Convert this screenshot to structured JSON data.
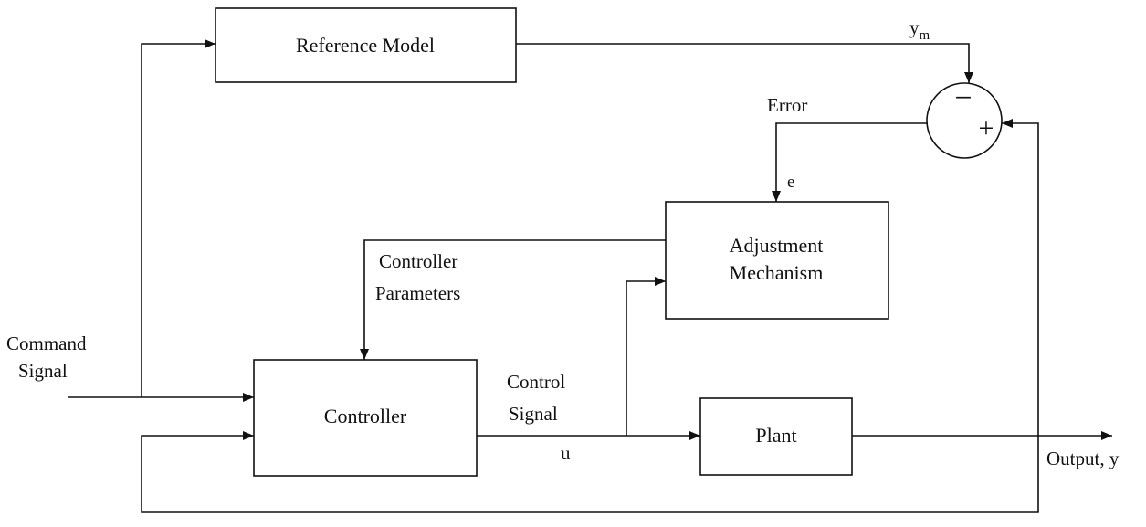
{
  "blocks": {
    "reference_model": "Reference Model",
    "adjustment_line1": "Adjustment",
    "adjustment_line2": "Mechanism",
    "controller": "Controller",
    "plant": "Plant"
  },
  "labels": {
    "command_line1": "Command",
    "command_line2": "Signal",
    "ym_main": "y",
    "ym_sub": "m",
    "error": "Error",
    "e": "e",
    "controller_params_line1": "Controller",
    "controller_params_line2": "Parameters",
    "control_signal_line1": "Control",
    "control_signal_line2": "Signal",
    "u": "u",
    "output": "Output, y"
  },
  "summing_junction": {
    "minus": "−",
    "plus": "+"
  }
}
